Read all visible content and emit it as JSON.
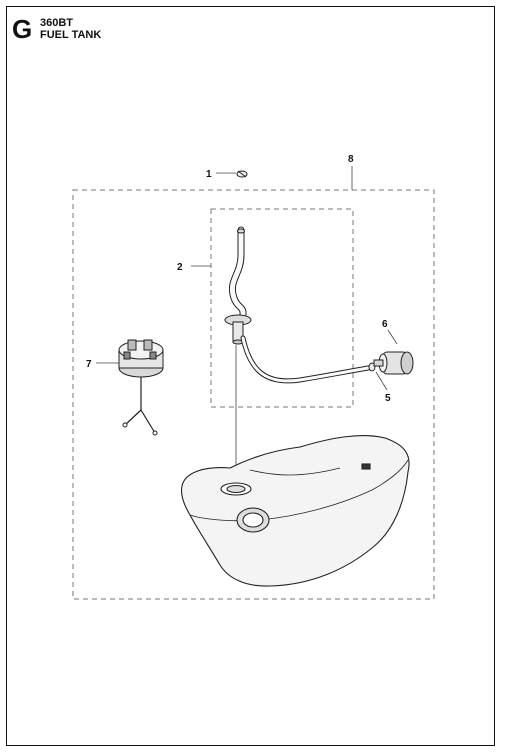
{
  "header": {
    "section_letter": "G",
    "model": "360BT",
    "title": "FUEL TANK"
  },
  "callouts": [
    {
      "id": "callout-1",
      "label": "1"
    },
    {
      "id": "callout-2",
      "label": "2"
    },
    {
      "id": "callout-5",
      "label": "5"
    },
    {
      "id": "callout-6",
      "label": "6"
    },
    {
      "id": "callout-7",
      "label": "7"
    },
    {
      "id": "callout-8",
      "label": "8"
    }
  ]
}
